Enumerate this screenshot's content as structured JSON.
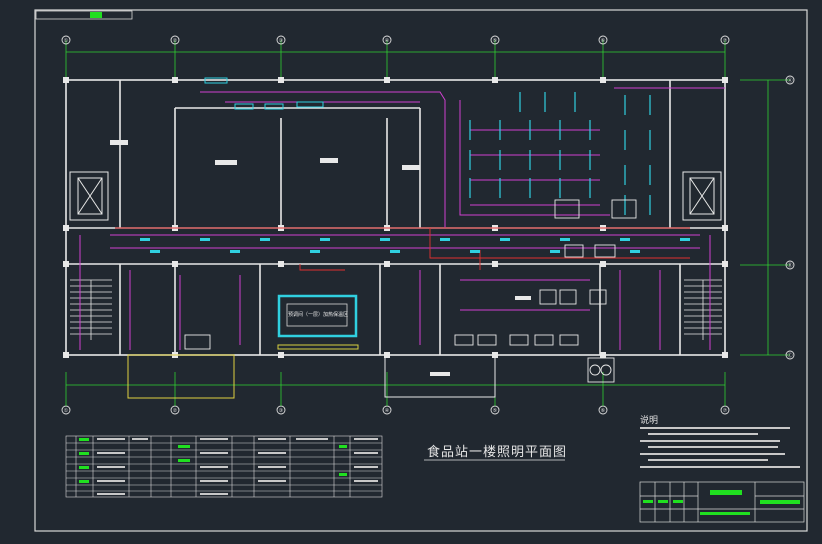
{
  "drawing": {
    "title": "食品站一楼照明平面图",
    "notes_heading": "说明",
    "room_label_center": "预调间（一层）加热保温区",
    "axis_labels_top": [
      "①",
      "②",
      "③",
      "④",
      "⑤",
      "⑥",
      "⑦"
    ],
    "axis_labels_right": [
      "Ⓐ",
      "Ⓑ",
      "Ⓒ"
    ]
  },
  "colors": {
    "background": "#212830",
    "wall": "#e8e8e8",
    "lighting_circuit": "#d040d0",
    "fixture": "#30d0e0",
    "power_circuit": "#e03030",
    "equipment": "#e8e8e8",
    "dimension": "#30d030",
    "legend_green": "#20e020"
  }
}
